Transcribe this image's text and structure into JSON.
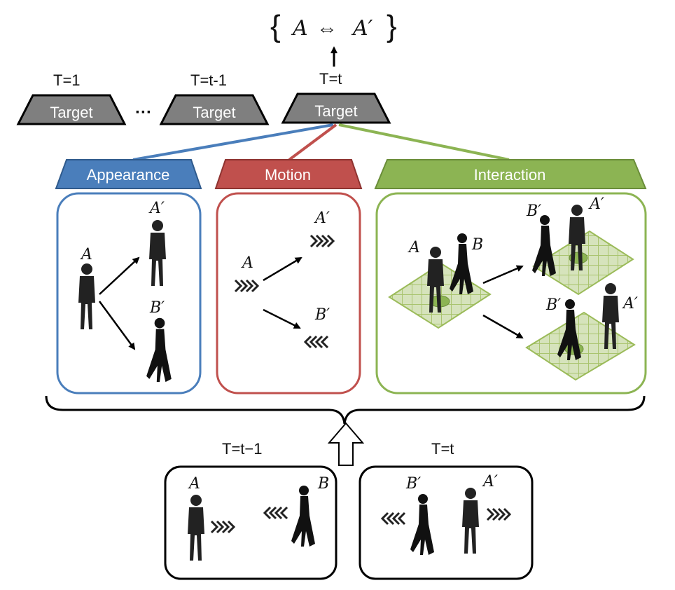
{
  "top_formula": {
    "a": "A",
    "arrow": "⇔",
    "b": "A′"
  },
  "timeline": [
    {
      "time": "T=1",
      "label": "Target"
    },
    {
      "time": "T=t-1",
      "label": "Target"
    },
    {
      "time": "T=t",
      "label": "Target"
    }
  ],
  "ellipsis": "···",
  "cues": [
    {
      "header": "Appearance",
      "color": "#4a7ebb"
    },
    {
      "header": "Motion",
      "color": "#c0504d"
    },
    {
      "header": "Interaction",
      "color": "#8cb453"
    }
  ],
  "appearance": {
    "a": "A",
    "a_prime": "A′",
    "b_prime": "B′"
  },
  "motion": {
    "a": "A",
    "a_prime": "A′",
    "b_prime": "B′"
  },
  "interaction": {
    "a": "A",
    "b": "B",
    "b_prime_1": "B′",
    "a_prime_1": "A′",
    "b_prime_2": "B′",
    "a_prime_2": "A′"
  },
  "bottom": {
    "left": {
      "time": "T=t−1",
      "a": "A",
      "b": "B"
    },
    "right": {
      "time": "T=t",
      "b_prime": "B′",
      "a_prime": "A′"
    }
  },
  "colors": {
    "target_fill": "#7f7f7f",
    "grid_fill": "#d6e3bc",
    "grid_line": "#9bbb59"
  }
}
